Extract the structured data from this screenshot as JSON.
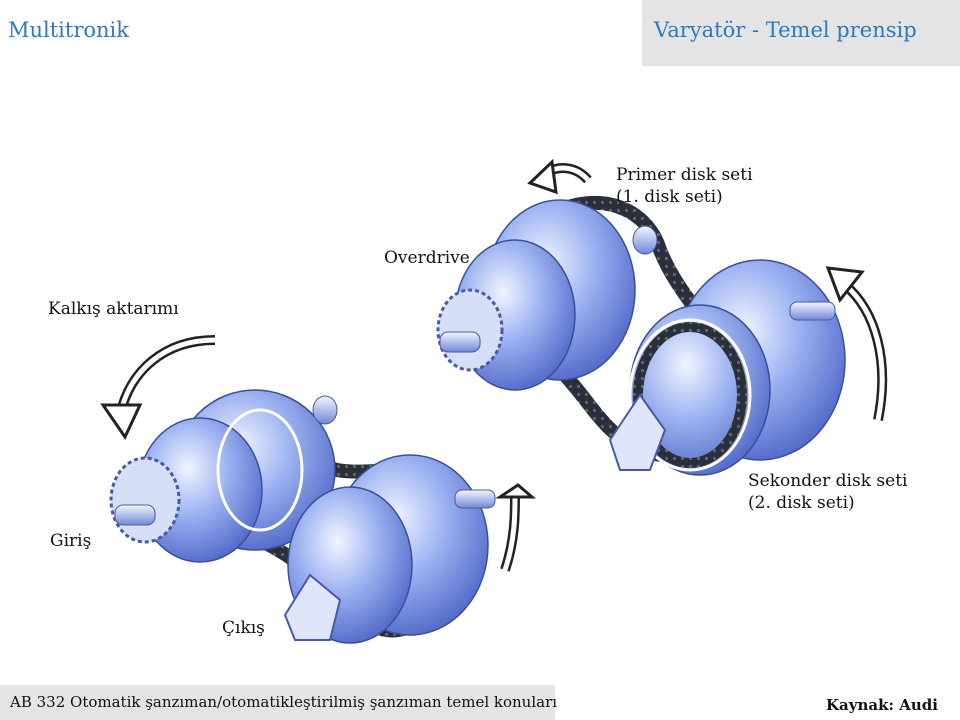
{
  "header": {
    "brand": "Multitronik",
    "title": "Varyatör - Temel prensip"
  },
  "labels": {
    "primary_line1": "Primer disk seti",
    "primary_line2": "(1. disk seti)",
    "overdrive": "Overdrive",
    "launch": "Kalkış aktarımı",
    "secondary_line1": "Sekonder disk seti",
    "secondary_line2": "(2. disk seti)",
    "input": "Giriş",
    "output": "Çıkış"
  },
  "footer": {
    "caption": "AB 332 Otomatik şanzıman/otomatikleştirilmiş şanzıman temel konuları",
    "source": "Kaynak: Audi"
  },
  "colors": {
    "title_blue": "#2f78c4",
    "panel_gray": "#e4e4e4",
    "disk_blue": "#7f9be8",
    "chain_dark": "#2b2f3a"
  }
}
